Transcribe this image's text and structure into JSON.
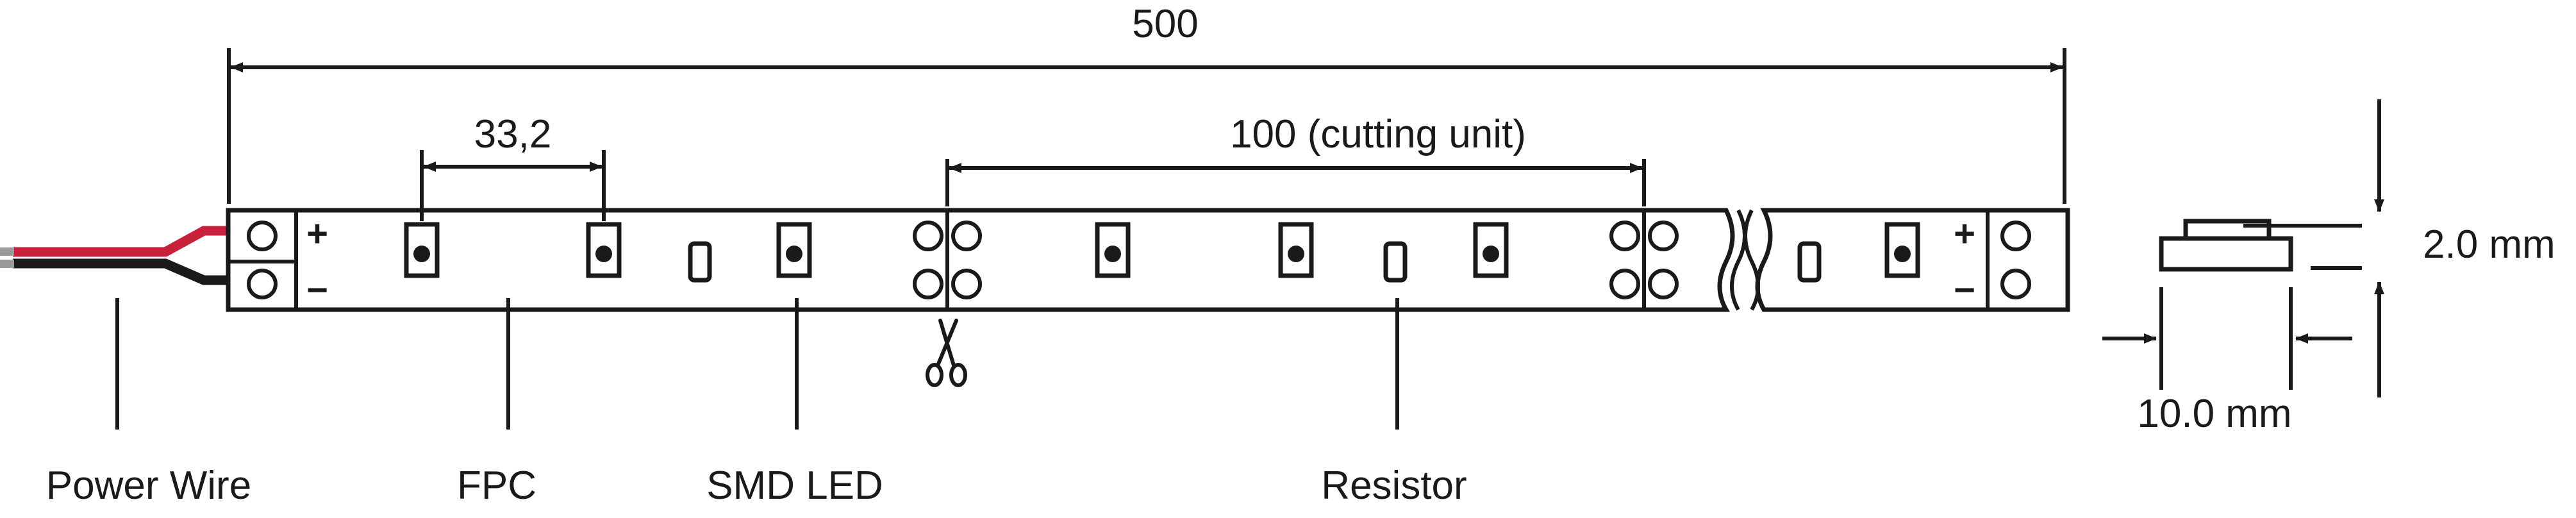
{
  "dimensions": {
    "total_length": "500",
    "led_pitch": "33,2",
    "cutting_unit": "100 (cutting unit)",
    "thickness": "2.0 mm",
    "width": "10.0 mm"
  },
  "polarity": {
    "plus": "+",
    "minus": "−"
  },
  "callouts": {
    "power_wire": "Power Wire",
    "fpc": "FPC",
    "smd_led": "SMD LED",
    "resistor": "Resistor"
  },
  "colors": {
    "line": "#1a1a1a",
    "wire_red": "#c8213c",
    "wire_black": "#1a1a1a",
    "wire_tip": "#9a9a9a"
  },
  "icons": {
    "cut_mark": "scissors-icon"
  }
}
